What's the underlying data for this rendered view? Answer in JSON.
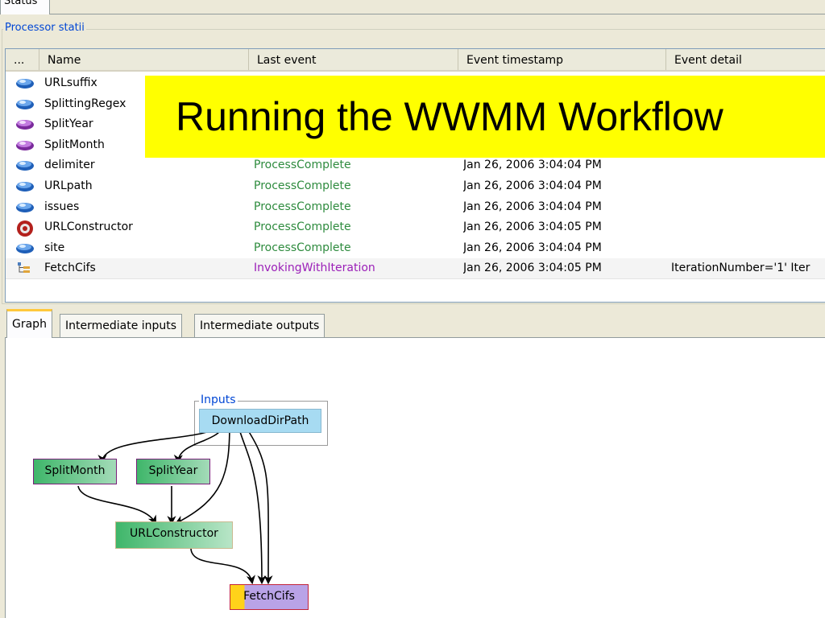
{
  "top_tab": {
    "label": "Status"
  },
  "group": {
    "title": "Processor statii"
  },
  "table": {
    "columns": [
      "...",
      "Name",
      "Last event",
      "Event timestamp",
      "Event detail"
    ],
    "rows": [
      {
        "icon": "blue-gem-icon",
        "name": "URLsuffix",
        "event": "",
        "timestamp": "",
        "detail": ""
      },
      {
        "icon": "blue-gem-icon",
        "name": "SplittingRegex",
        "event": "",
        "timestamp": "",
        "detail": ""
      },
      {
        "icon": "purple-gem-icon",
        "name": "SplitYear",
        "event": "",
        "timestamp": "",
        "detail": ""
      },
      {
        "icon": "purple-gem-icon",
        "name": "SplitMonth",
        "event": "",
        "timestamp": "",
        "detail": ""
      },
      {
        "icon": "blue-gem-icon",
        "name": "delimiter",
        "event": "ProcessComplete",
        "timestamp": "Jan 26, 2006 3:04:04 PM",
        "detail": ""
      },
      {
        "icon": "blue-gem-icon",
        "name": "URLpath",
        "event": "ProcessComplete",
        "timestamp": "Jan 26, 2006 3:04:04 PM",
        "detail": ""
      },
      {
        "icon": "blue-gem-icon",
        "name": "issues",
        "event": "ProcessComplete",
        "timestamp": "Jan 26, 2006 3:04:04 PM",
        "detail": ""
      },
      {
        "icon": "red-ball-icon",
        "name": "URLConstructor",
        "event": "ProcessComplete",
        "timestamp": "Jan 26, 2006 3:04:05 PM",
        "detail": ""
      },
      {
        "icon": "blue-gem-icon",
        "name": "site",
        "event": "ProcessComplete",
        "timestamp": "Jan 26, 2006 3:04:04 PM",
        "detail": ""
      },
      {
        "icon": "tree-icon",
        "name": "FetchCifs",
        "event": "InvokingWithIteration",
        "timestamp": "Jan 26, 2006 3:04:05 PM",
        "detail": "IterationNumber='1' Iter"
      }
    ]
  },
  "banner": {
    "text": "Running the WWMM Workflow"
  },
  "tabs": [
    "Graph",
    "Intermediate inputs",
    "Intermediate outputs"
  ],
  "graph": {
    "inputs_label": "Inputs",
    "nodes": {
      "download": "DownloadDirPath",
      "split_month": "SplitMonth",
      "split_year": "SplitYear",
      "url_constructor": "URLConstructor",
      "fetch_cifs": "FetchCifs"
    }
  },
  "colors": {
    "banner": "#ffff00",
    "event_complete": "#2e8b3e",
    "event_invoking": "#9b1fb8",
    "legend": "#0046d5",
    "active_tab_accent": "#ffc83c"
  }
}
